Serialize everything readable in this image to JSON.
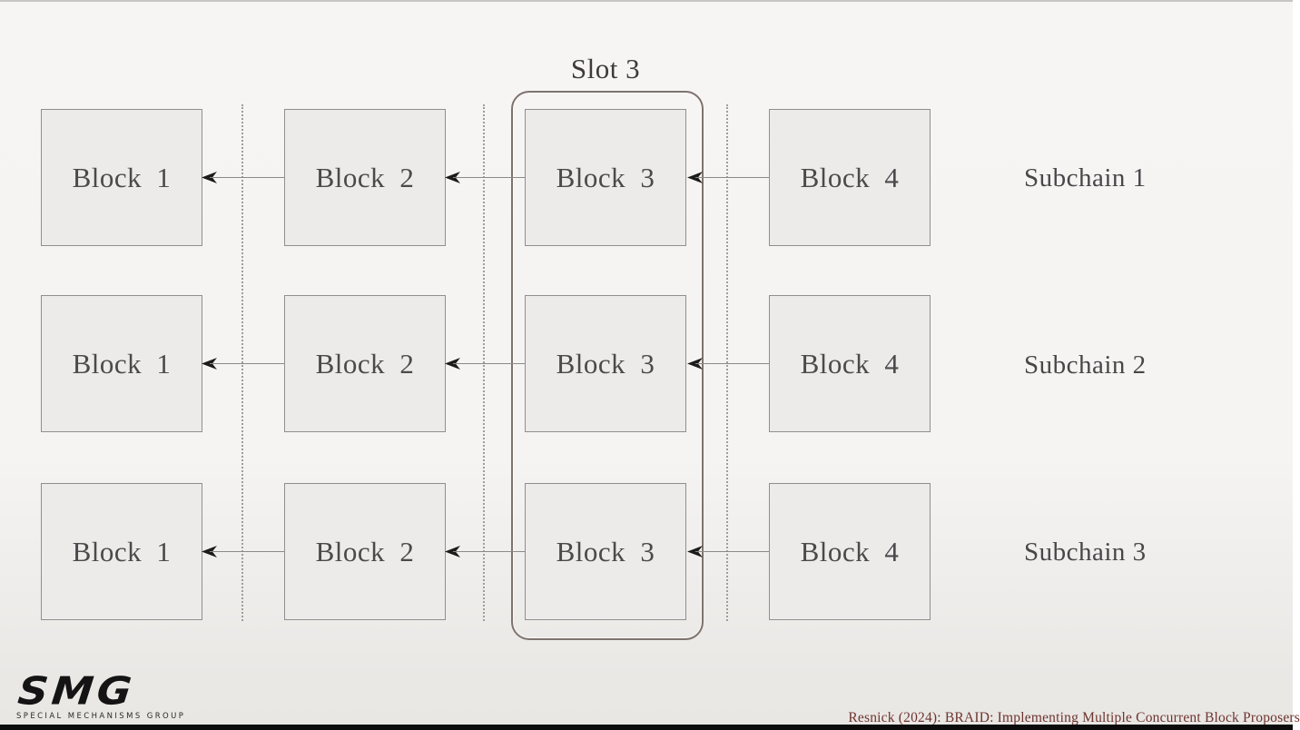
{
  "slot_label": "Slot 3",
  "subchains": [
    {
      "label": "Subchain 1",
      "blocks": [
        "Block 1",
        "Block 2",
        "Block 3",
        "Block 4"
      ]
    },
    {
      "label": "Subchain 2",
      "blocks": [
        "Block 1",
        "Block 2",
        "Block 3",
        "Block 4"
      ]
    },
    {
      "label": "Subchain 3",
      "blocks": [
        "Block 1",
        "Block 2",
        "Block 3",
        "Block 4"
      ]
    }
  ],
  "logo": {
    "name": "SMG",
    "tagline": "SPECIAL MECHANISMS GROUP"
  },
  "citation": "Resnick (2024): BRAID: Implementing Multiple Concurrent Block Proposers",
  "colors": {
    "background": "#f5f4f2",
    "block_fill": "#ecebe9",
    "block_border": "#8f8f8f",
    "slot_outline": "#7e736e",
    "diagram_text": "#4a4a4c",
    "citation_text": "#6e3430",
    "bottom_bar": "#0c0c0c"
  }
}
